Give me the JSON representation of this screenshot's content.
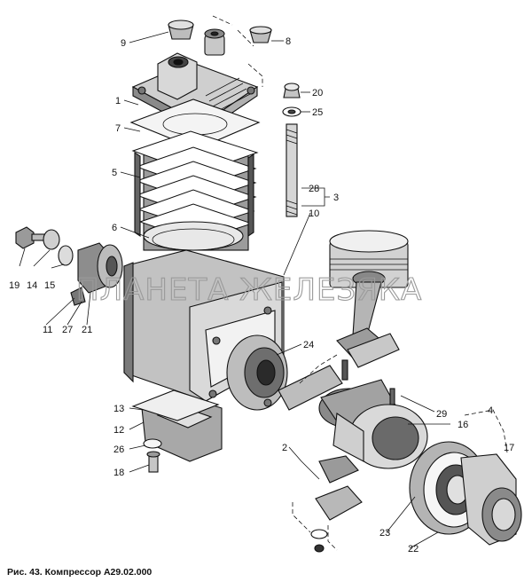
{
  "caption": "Рис. 43. Компрессор А29.02.000",
  "watermark": "ПЛАНЕТА ЖЕЛЕЗЯКА",
  "callouts": {
    "c1": "1",
    "c2": "2",
    "c3": "3",
    "c4": "4",
    "c5": "5",
    "c6": "6",
    "c7": "7",
    "c8": "8",
    "c9": "9",
    "c10": "10",
    "c11": "11",
    "c12": "12",
    "c13": "13",
    "c14": "14",
    "c15": "15",
    "c16": "16",
    "c17": "17",
    "c18": "18",
    "c19": "19",
    "c20": "20",
    "c21": "21",
    "c22": "22",
    "c23": "23",
    "c24": "24",
    "c25": "25",
    "c26": "26",
    "c27": "27",
    "c28": "28",
    "c29": "29"
  }
}
